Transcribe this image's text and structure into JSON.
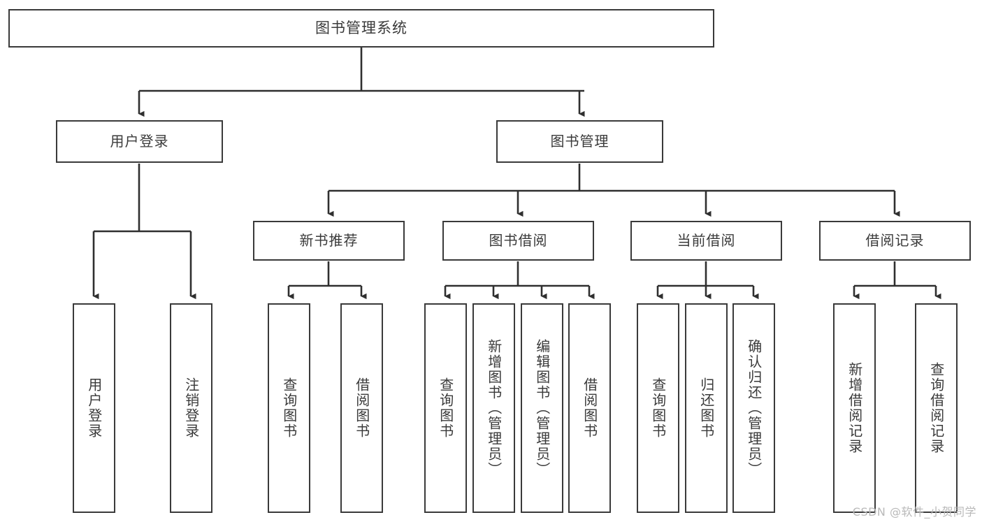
{
  "diagram": {
    "title": "图书管理系统",
    "type": "tree-hierarchy",
    "colors": {
      "box_border": "#3a3a3a",
      "box_fill": "#ffffff",
      "connector": "#2f2f2f",
      "text": "#3a3a3a",
      "watermark": "#b9b9b9",
      "background": "#ffffff"
    }
  },
  "root": {
    "label": "图书管理系统"
  },
  "level2": [
    {
      "label": "用户登录"
    },
    {
      "label": "图书管理"
    }
  ],
  "level3": [
    {
      "label": "新书推荐"
    },
    {
      "label": "图书借阅"
    },
    {
      "label": "当前借阅"
    },
    {
      "label": "借阅记录"
    }
  ],
  "leaves": {
    "user_login": [
      {
        "label": "用户登录"
      },
      {
        "label": "注销登录"
      }
    ],
    "new_book": [
      {
        "label": "查询图书"
      },
      {
        "label": "借阅图书"
      }
    ],
    "book_borrow": [
      {
        "label": "查询图书"
      },
      {
        "label": "新增图书（管理员）"
      },
      {
        "label": "编辑图书（管理员）"
      },
      {
        "label": "借阅图书"
      }
    ],
    "current_borrow": [
      {
        "label": "查询图书"
      },
      {
        "label": "归还图书"
      },
      {
        "label": "确认归还（管理员）"
      }
    ],
    "borrow_record": [
      {
        "label": "新增借阅记录"
      },
      {
        "label": "查询借阅记录"
      }
    ]
  },
  "watermark": {
    "text": "CSDN @软件_小贺同学"
  }
}
